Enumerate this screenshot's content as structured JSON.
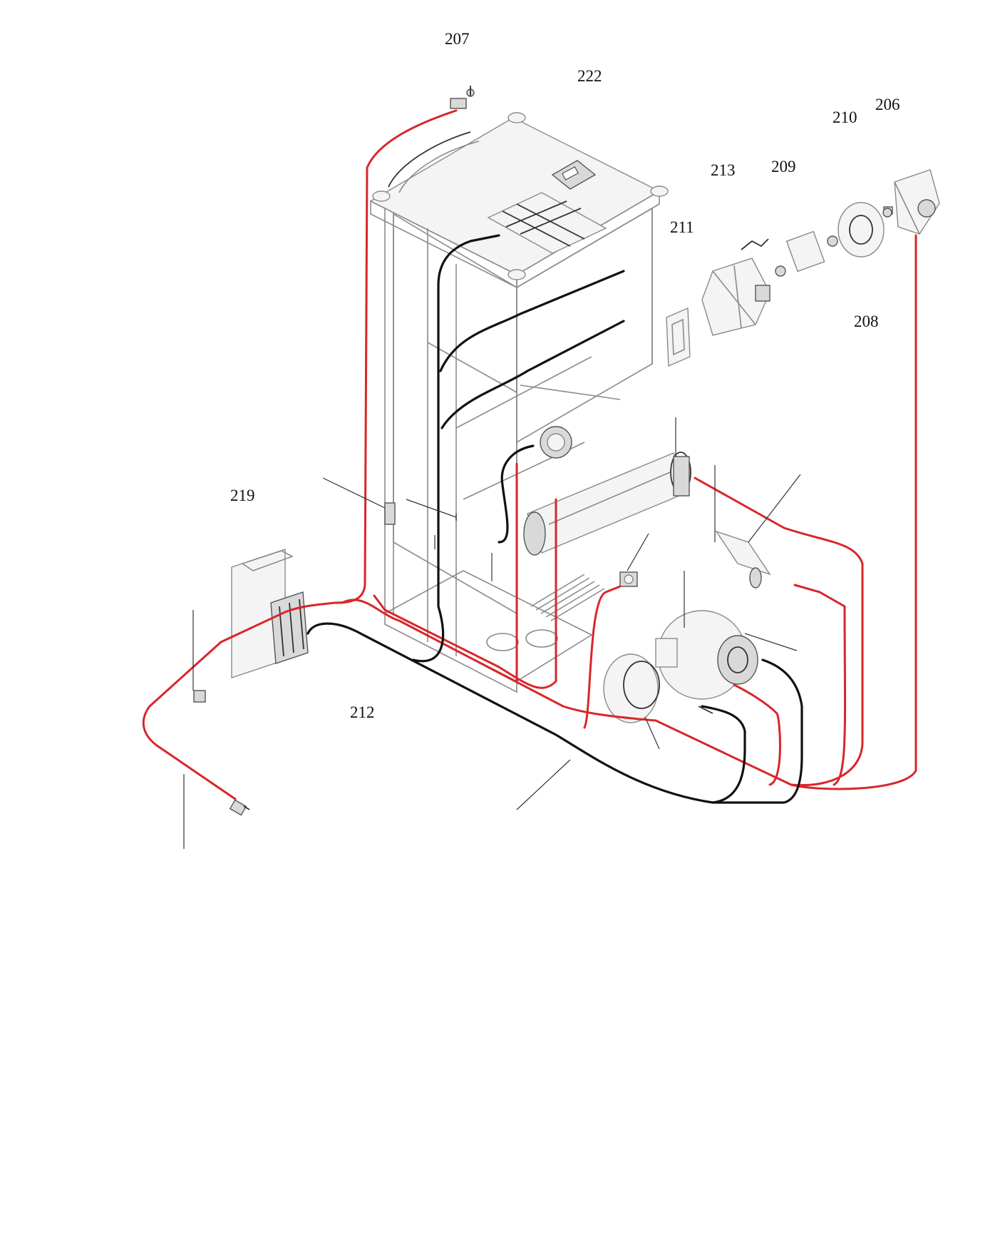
{
  "diagram": {
    "labels": {
      "l207": "207",
      "l222": "222",
      "l210": "210",
      "l206": "206",
      "l213": "213",
      "l209": "209",
      "l211": "211",
      "l208": "208",
      "l219": "219",
      "l212": "212"
    },
    "colors": {
      "wire_red": "#d8262a",
      "wire_black": "#111111",
      "outline": "#8a8a8a"
    }
  }
}
